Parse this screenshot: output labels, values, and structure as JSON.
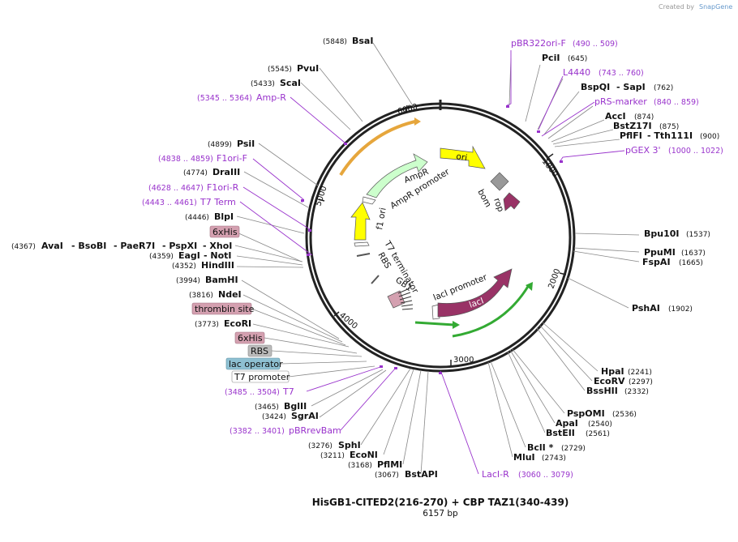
{
  "credit": {
    "created_by": "Created by",
    "brand": "SnapGene"
  },
  "title": "HisGB1-CITED2(216-270) + CBP TAZ1(340-439)",
  "subtitle": "6157 bp",
  "ticks": [
    "1000",
    "2000",
    "3000",
    "4000",
    "5000",
    "6000"
  ],
  "features": {
    "ori": "ori",
    "bom": "bom",
    "rop": "rop",
    "ampr": "AmpR",
    "ampr_promoter": "AmpR promoter",
    "f1_ori": "f1 ori",
    "t7_terminator": "T7 terminator",
    "rbs": "RBS",
    "gb1": "GB1",
    "laci_promoter": "lacI promoter",
    "laci": "lacI"
  },
  "colors": {
    "ori": "#ffff00",
    "ampr": "#ccffcc",
    "laci": "#993366",
    "rop": "#993366",
    "bom": "#999999",
    "f1": "#ffff00",
    "lacgreen": "#33aa33",
    "primer": "#9933cc",
    "boxed_his": "#d4a0b0",
    "boxed_thrombin": "#d4a0b0",
    "boxed_lacop": "#8ec0d2",
    "boxed_rbs": "#bbbbbb"
  },
  "right_labels": {
    "pbr322ori_f": "pBR322ori-F",
    "pbr322ori_f_pos": "(490 .. 509)",
    "pcii": "PciI",
    "pcii_pos": "(645)",
    "l4440": "L4440",
    "l4440_pos": "(743 .. 760)",
    "bspqi": "BspQI",
    "sapi": "- SapI",
    "bspqi_pos": "(762)",
    "rs_marker": "pRS-marker",
    "rs_marker_pos": "(840 .. 859)",
    "acci": "AccI",
    "acci_pos": "(874)",
    "bstz17i": "BstZ17I",
    "bstz17i_pos": "(875)",
    "pflfi": "PflFI",
    "tth111i": "- Tth111I",
    "pflfi_pos": "(900)",
    "pgex3": "pGEX 3'",
    "pgex3_pos": "(1000 .. 1022)",
    "bpu10i": "Bpu10I",
    "bpu10i_pos": "(1537)",
    "ppumi": "PpuMI",
    "ppumi_pos": "(1637)",
    "fspai": "FspAI",
    "fspai_pos": "(1665)",
    "pshai": "PshAI",
    "pshai_pos": "(1902)",
    "hpai": "HpaI",
    "hpai_pos": "(2241)",
    "ecorv": "EcoRV",
    "ecorv_pos": "(2297)",
    "bsshii": "BssHII",
    "bsshii_pos": "(2332)",
    "pspomi": "PspOMI",
    "pspomi_pos": "(2536)",
    "apai": "ApaI",
    "apai_pos": "(2540)",
    "bsteii": "BstEII",
    "bsteii_pos": "(2561)",
    "bcli": "BclI *",
    "bcli_pos": "(2729)",
    "mlui": "MluI",
    "mlui_pos": "(2743)",
    "laci_r": "LacI-R",
    "laci_r_pos": "(3060 .. 3079)",
    "bstapi": "BstAPI",
    "bstapi_pos": "(3067)",
    "pflmi": "PflMI",
    "pflmi_pos": "(3168)",
    "econi": "EcoNI",
    "econi_pos": "(3211)",
    "sphi": "SphI",
    "sphi_pos": "(3276)"
  },
  "left_labels": {
    "bsai": "BsaI",
    "bsai_pos": "(5848)",
    "pvui": "PvuI",
    "pvui_pos": "(5545)",
    "scai": "ScaI",
    "scai_pos": "(5433)",
    "ampr_primer": "Amp-R",
    "ampr_primer_pos": "(5345 .. 5364)",
    "psii": "PsiI",
    "psii_pos": "(4899)",
    "f1ori_f": "F1ori-F",
    "f1ori_f_pos": "(4838 .. 4859)",
    "draiii": "DraIII",
    "draiii_pos": "(4774)",
    "f1ori_r": "F1ori-R",
    "f1ori_r_pos": "(4628 .. 4647)",
    "t7term": "T7 Term",
    "t7term_pos": "(4443 .. 4461)",
    "blpi": "BlpI",
    "blpi_pos": "(4446)",
    "his6_a": "6xHis",
    "avai_pos": "(4367)",
    "avai": "AvaI",
    "bsobi": "- BsoBI",
    "paer7i": "- PaeR7I",
    "pspxi": "- PspXI",
    "xhoi": "- XhoI",
    "eagi_pos": "(4359)",
    "eagi": "EagI",
    "noti": "- NotI",
    "hindiii_pos": "(4352)",
    "hindiii": "HindIII",
    "bamhi_pos": "(3994)",
    "bamhi": "BamHI",
    "ndei_pos": "(3816)",
    "ndei": "NdeI",
    "thrombin": "thrombin site",
    "ecori_pos": "(3773)",
    "ecori": "EcoRI",
    "his6_b": "6xHis",
    "rbs_box": "RBS",
    "lacop": "lac operator",
    "t7prom": "T7 promoter",
    "t7_primer_pos": "(3485 .. 3504)",
    "t7_primer": "T7",
    "bglii_pos": "(3465)",
    "bglii": "BglII",
    "sgrai_pos": "(3424)",
    "sgrai": "SgrAI",
    "pbrrevbam_pos": "(3382 .. 3401)",
    "pbrrevbam": "pBRrevBam"
  }
}
